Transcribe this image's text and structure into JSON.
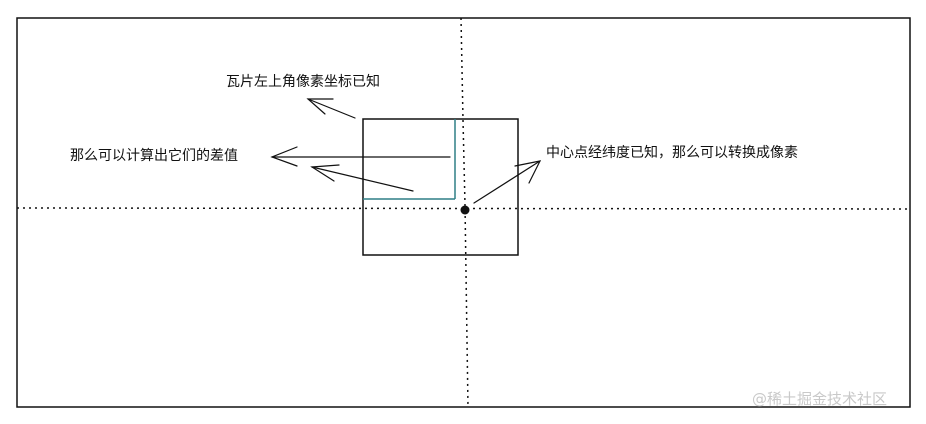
{
  "labels": {
    "tile_pixel": "瓦片左上角像素坐标已知",
    "difference": "那么可以计算出它们的差值",
    "center_point": "中心点经纬度已知，那么可以转换成像素"
  },
  "watermark": "@稀土掘金技术社区",
  "colors": {
    "stroke": "#111111",
    "offset_line": "#2f7f86",
    "watermark": "#c9c9c9"
  }
}
